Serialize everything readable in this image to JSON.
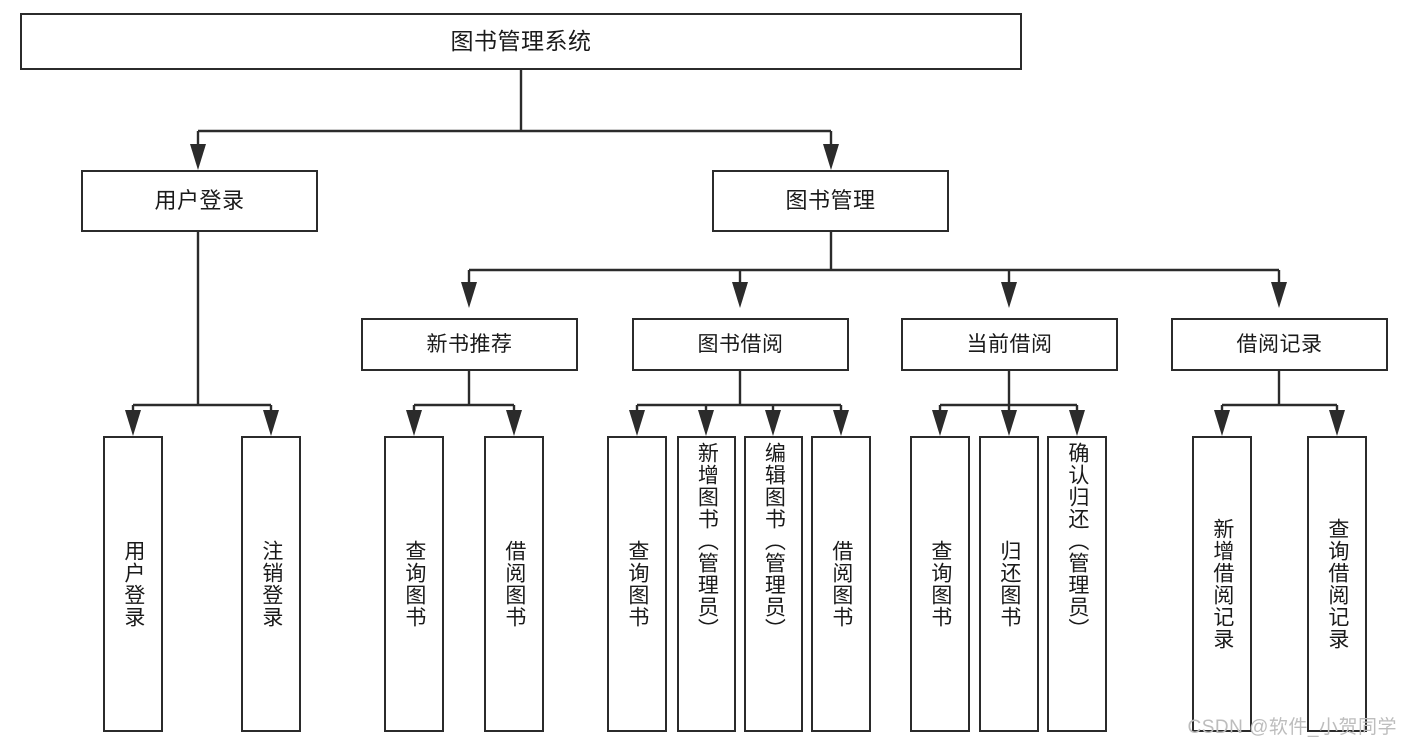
{
  "diagram": {
    "title": "图书管理系统",
    "root": {
      "label": "图书管理系统"
    },
    "level2": [
      {
        "label": "用户登录"
      },
      {
        "label": "图书管理"
      }
    ],
    "level3": [
      {
        "label": "新书推荐"
      },
      {
        "label": "图书借阅"
      },
      {
        "label": "当前借阅"
      },
      {
        "label": "借阅记录"
      }
    ],
    "leaves": {
      "user_login": [
        {
          "label": "用户登录"
        },
        {
          "label": "注销登录"
        }
      ],
      "new_book": [
        {
          "label": "查询图书"
        },
        {
          "label": "借阅图书"
        }
      ],
      "borrow_book": [
        {
          "label": "查询图书"
        },
        {
          "label": "新增图书（管理员）"
        },
        {
          "label": "编辑图书（管理员）"
        },
        {
          "label": "借阅图书"
        }
      ],
      "current_borrow": [
        {
          "label": "查询图书"
        },
        {
          "label": "归还图书"
        },
        {
          "label": "确认归还（管理员）"
        }
      ],
      "borrow_record": [
        {
          "label": "新增借阅记录"
        },
        {
          "label": "查询借阅记录"
        }
      ]
    }
  },
  "watermark": {
    "text": "CSDN @软件_小贺同学"
  },
  "colors": {
    "box_border": "#2b2b2b",
    "box_fill": "#ffffff",
    "text": "#1a1a1a",
    "watermark": "#bdbdbd",
    "background": "#ffffff"
  }
}
